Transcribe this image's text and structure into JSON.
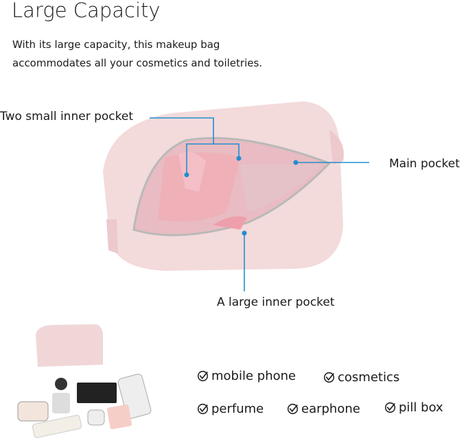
{
  "title": "Large Capacity",
  "description": [
    "With its large capacity, this makeup bag",
    "accommodates all your cosmetics and toiletries."
  ],
  "callouts": {
    "small_pockets": "Two small inner pocket",
    "main_pocket": "Main pocket",
    "large_pocket": "A large inner pocket"
  },
  "items": [
    "mobile phone",
    "cosmetics",
    "perfume",
    "earphone",
    "pill box"
  ],
  "colors": {
    "callout_line": "#1f8fd0",
    "bag": "#f2d6d8",
    "lining": "#e7b8be"
  }
}
